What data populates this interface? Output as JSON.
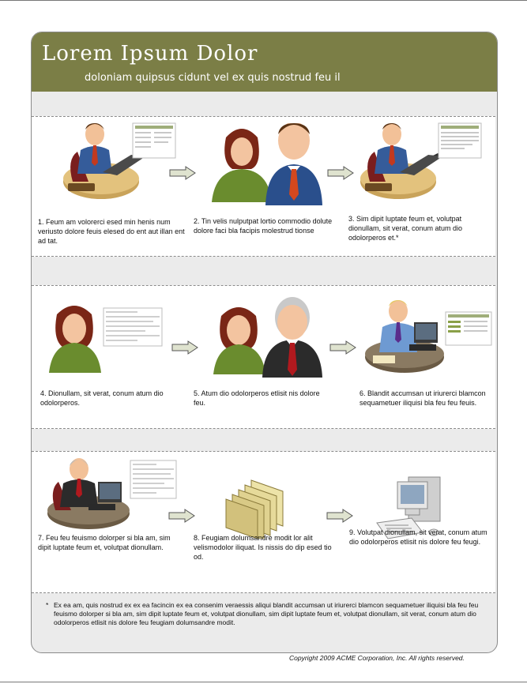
{
  "header": {
    "title": "Lorem Ipsum Dolor",
    "subtitle": "doloniam quipsus cidunt vel ex quis nostrud feu il"
  },
  "steps": [
    {
      "number": "1.",
      "text": "Feum am volorerci esed min henis num veriusto dolore feuis elesed do ent aut illan ent ad tat."
    },
    {
      "number": "2.",
      "text": "Tin velis nulputpat lortio commodio dolute dolore faci bla facipis molestrud tionse"
    },
    {
      "number": "3.",
      "text": " Sim dipit luptate feum et, volutpat dionullam, sit verat, conum atum dio odolorperos et.*"
    },
    {
      "number": "4.",
      "text": "Dionullam, sit verat, conum atum dio odolorperos."
    },
    {
      "number": "5.",
      "text": "Atum dio odolorperos etlisit nis dolore feu."
    },
    {
      "number": "6.",
      "text": "Blandit accumsan ut iriurerci blamcon sequametuer iliquisi bla feu feu feuis."
    },
    {
      "number": "7.",
      "text": "Feu feu feuismo dolorper si bla am, sim dipit luptate feum et, volutpat dionullam."
    },
    {
      "number": "8.",
      "text": "Feugiam dolumsandre modit lor alit velismodolor iliquat. Is nissis do dip esed tio od."
    },
    {
      "number": "9.",
      "text": "Volutpat dionullam, sit verat, conum atum dio odolorperos etlisit nis dolore feu feugi."
    }
  ],
  "footnote": {
    "marker": "*",
    "text": "Ex ea am, quis nostrud ex ex ea facincin ex ea consenim veraessis aliqui blandit accumsan ut iriurerci blamcon sequametuer iliquisi bla feu feu feuismo dolorper si bla am, sim dipit luptate feum et, volutpat dionullam,  sim dipit luptate feum et, volutpat dionullam, sit verat, conum atum dio odolorperos etlisit nis dolore feu feugiam dolumsandre modit."
  },
  "copyright": "Copyright 2009 ACME Corporation, Inc. All rights reserved.",
  "colors": {
    "header_bg": "#7b7e46",
    "band_bg": "#ebebeb",
    "arrow_fill": "#dfe3cf"
  },
  "icons": [
    "man-at-desk-icon",
    "two-people-icon",
    "document-icon",
    "woman-icon",
    "man-older-icon",
    "folders-icon",
    "computer-icon"
  ]
}
